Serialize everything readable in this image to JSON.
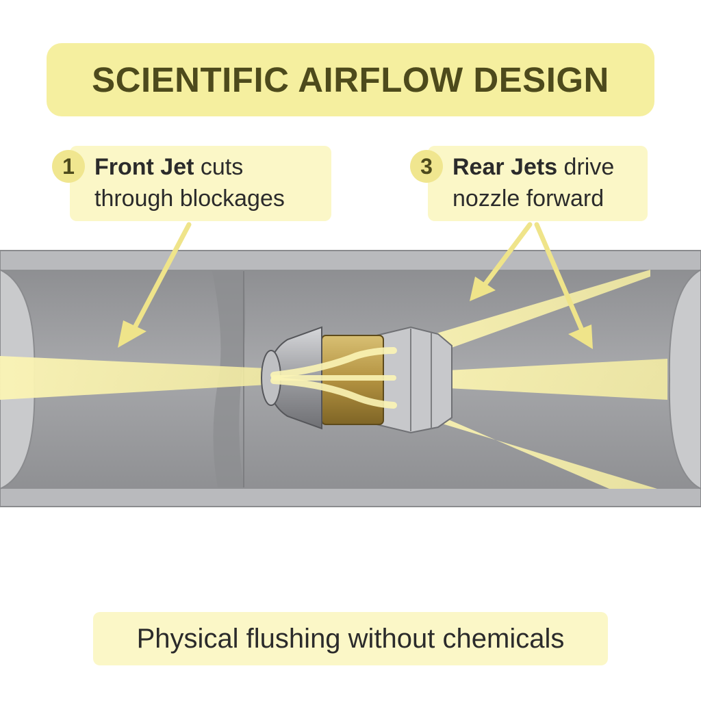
{
  "title": "SCIENTIFIC AIRFLOW DESIGN",
  "callouts": [
    {
      "number": "1",
      "bold": "Front Jet",
      "rest": " cuts",
      "line2": "through blockages"
    },
    {
      "number": "3",
      "bold": "Rear Jets",
      "rest": " drive",
      "line2": "nozzle forward"
    }
  ],
  "footer": "Physical flushing without chemicals",
  "colors": {
    "title_banner": "#f5ef9f",
    "callout_bg": "#fbf7c7",
    "jet": "#f7f0a8",
    "arrow": "#efe48a",
    "pipe": "#9d9d9f",
    "nozzle_brass": "#b89a4a",
    "nozzle_steel": "#a7a8ab"
  }
}
